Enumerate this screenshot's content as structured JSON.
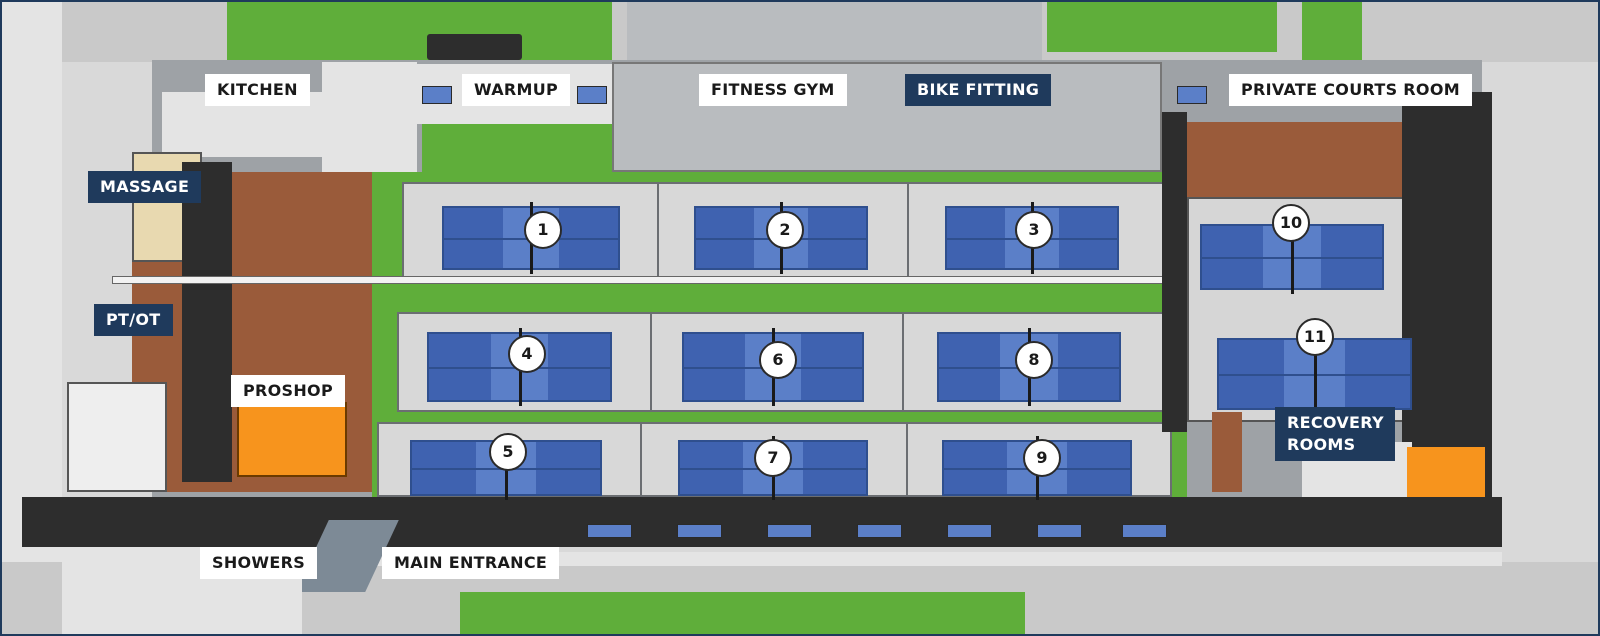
{
  "labels": {
    "kitchen": "KITCHEN",
    "warmup": "WARMUP",
    "fitness_gym": "FITNESS GYM",
    "bike_fitting": "BIKE FITTING",
    "private_courts_room": "PRIVATE COURTS ROOM",
    "massage": "MASSAGE",
    "pt_ot": "PT/OT",
    "proshop": "PROSHOP",
    "recovery_rooms_line1": "RECOVERY",
    "recovery_rooms_line2": "ROOMS",
    "showers": "SHOWERS",
    "main_entrance": "MAIN ENTRANCE"
  },
  "courts": [
    {
      "number": "1"
    },
    {
      "number": "2"
    },
    {
      "number": "3"
    },
    {
      "number": "4"
    },
    {
      "number": "5"
    },
    {
      "number": "6"
    },
    {
      "number": "7"
    },
    {
      "number": "8"
    },
    {
      "number": "9"
    },
    {
      "number": "10"
    },
    {
      "number": "11"
    }
  ],
  "colors": {
    "label_dark_bg": "#1f3a5c",
    "label_light_bg": "#ffffff",
    "court_blue": "#3f62b0",
    "court_kitchen_blue": "#5b7fc8",
    "grass_green": "#5fae3a",
    "proshop_orange": "#f7941d",
    "wood_floor": "#9a5b3a"
  }
}
